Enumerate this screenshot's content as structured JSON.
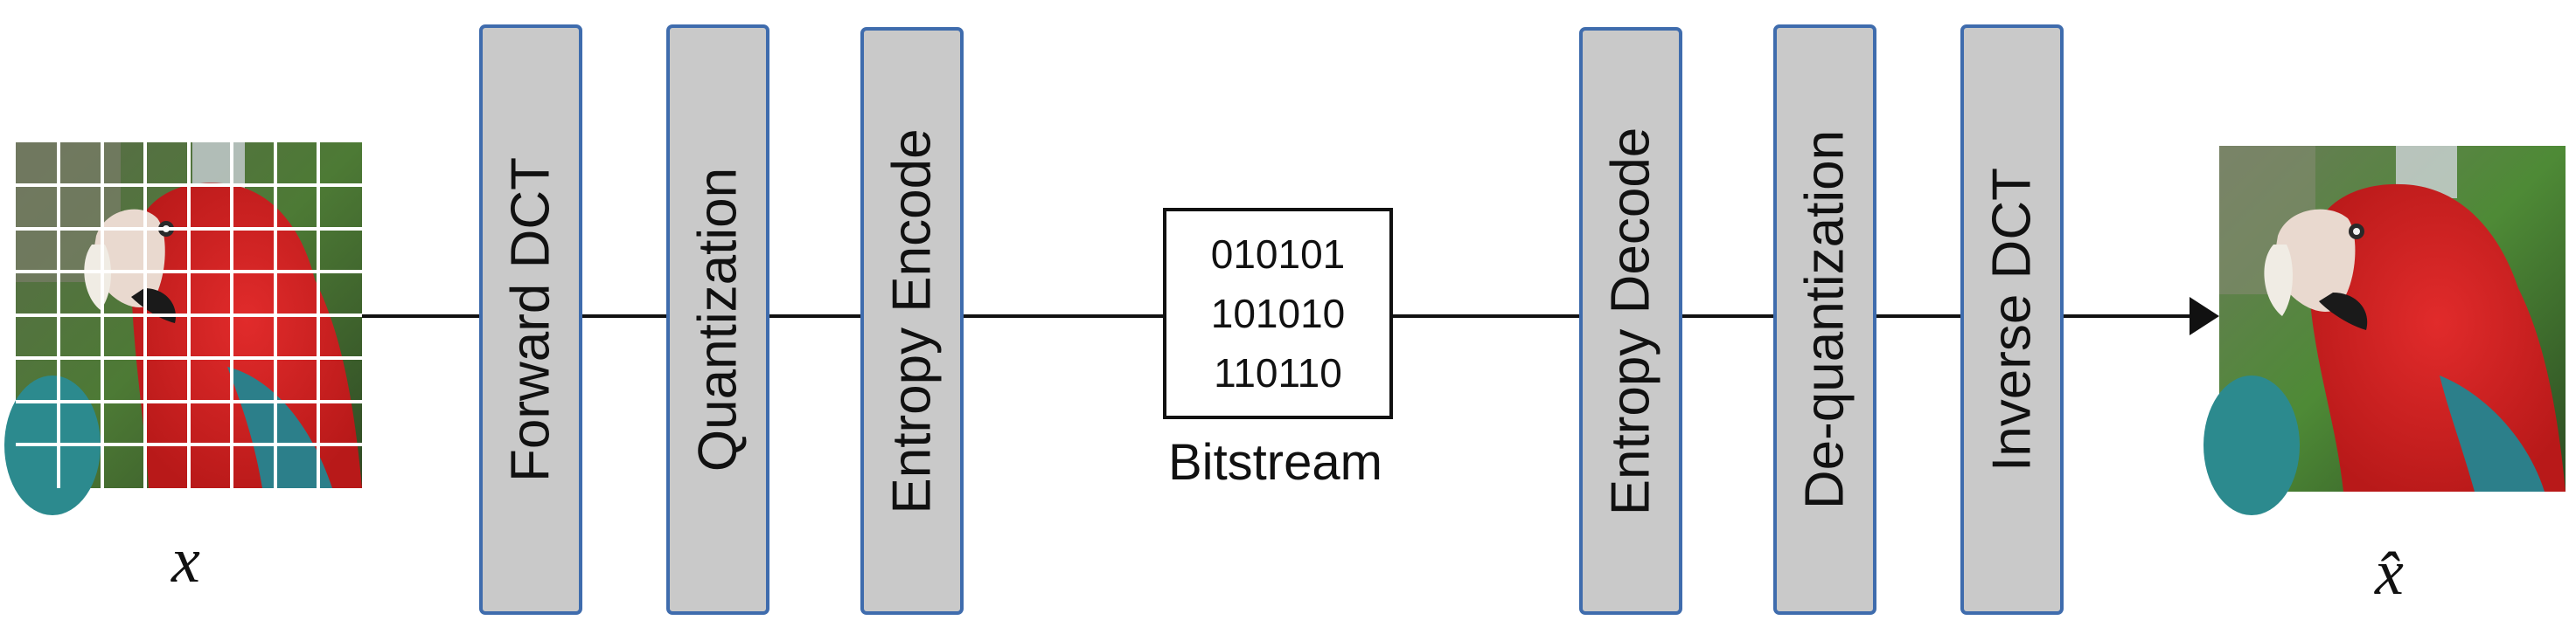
{
  "diagram": {
    "input_symbol": "x",
    "output_symbol": "x̂",
    "encoder_blocks": [
      {
        "label": "Forward DCT"
      },
      {
        "label": "Quantization"
      },
      {
        "label": "Entropy Encode"
      }
    ],
    "bitstream": {
      "lines": [
        "010101",
        "101010",
        "110110"
      ],
      "caption": "Bitstream"
    },
    "decoder_blocks": [
      {
        "label": "Entropy Decode"
      },
      {
        "label": "De-quantization"
      },
      {
        "label": "Inverse DCT"
      }
    ],
    "colors": {
      "block_fill": "#c9c9c9",
      "block_border": "#3f6cad",
      "line": "#111111",
      "grid_overlay": "#ffffff"
    }
  }
}
